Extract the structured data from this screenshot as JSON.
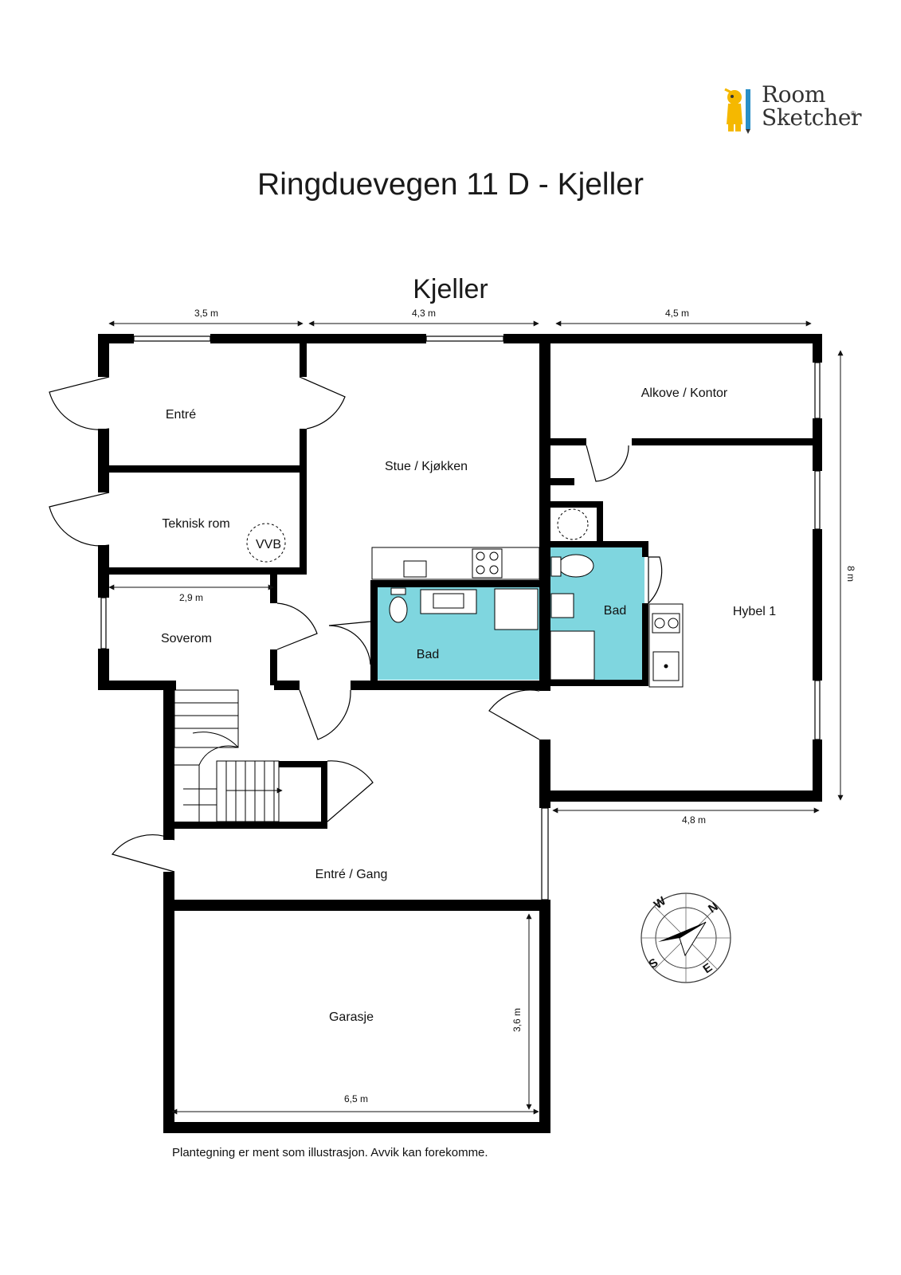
{
  "logo": {
    "line1": "Room",
    "line2": "Sketcher",
    "reg": "®"
  },
  "title": "Ringduevegen 11 D - Kjeller",
  "subtitle": "Kjeller",
  "disclaimer": "Plantegning er ment som illustrasjon. Avvik kan forekomme.",
  "rooms": {
    "entre": "Entré",
    "teknisk": "Teknisk rom",
    "vvb": "VVB",
    "soverom": "Soverom",
    "stue": "Stue / Kjøkken",
    "bad1": "Bad",
    "bad2": "Bad",
    "alkove": "Alkove / Kontor",
    "hybel": "Hybel 1",
    "gang": "Entré / Gang",
    "garasje": "Garasje"
  },
  "dimensions": {
    "top1": "3,5 m",
    "top2": "4,3 m",
    "top3": "4,5 m",
    "right": "8 m",
    "bottom_right": "4,8 m",
    "soverom": "2,9 m",
    "garasje_w": "6,5 m",
    "garasje_h": "3,6 m"
  },
  "compass": {
    "n": "N",
    "e": "E",
    "s": "S",
    "w": "W"
  },
  "colors": {
    "wall": "#000000",
    "bath": "#7fd6df",
    "logo_yellow": "#f5b800",
    "logo_blue": "#2a8fc7"
  }
}
